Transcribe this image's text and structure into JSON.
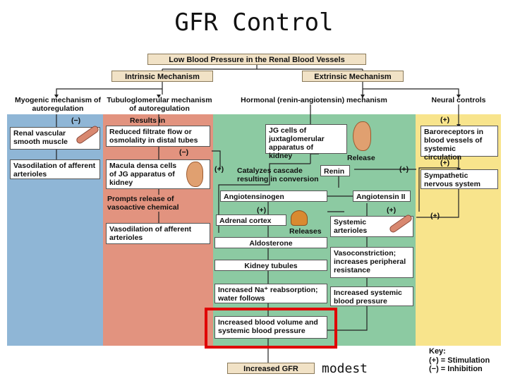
{
  "title": "GFR Control",
  "top_header": "Low Blood Pressure in the Renal Blood Vessels",
  "intrinsic_header": "Intrinsic Mechanism",
  "extrinsic_header": "Extrinsic Mechanism",
  "myogenic_label": "Myogenic mechanism of autoregulation",
  "tubuloglomerular_label": "Tubuloglomerular mechanism of autoregulation",
  "hormonal_label": "Hormonal (renin-angiotensin) mechanism",
  "neural_label": "Neural controls",
  "results_in": "Results in",
  "release_label": "Release",
  "releases_label": "Releases",
  "catalyzes_label": "Catalyzes cascade resulting in conversion",
  "signs": {
    "minus": "(−)",
    "plus": "(+)"
  },
  "boxes": {
    "renal_vascular": "Renal vascular smooth muscle",
    "vasodilation_aff1": "Vasodilation of afferent arterioles",
    "reduced_filtrate": "Reduced filtrate flow or osmolality in distal tubes",
    "macula_densa": "Macula densa cells of JG apparatus of kidney",
    "prompts_release": "Prompts release of vasoactive chemical",
    "vasodilation_aff2": "Vasodilation of afferent arterioles",
    "jg_cells": "JG cells of juxtaglomerular apparatus of kidney",
    "renin": "Renin",
    "angiotensinogen": "Angiotensinogen",
    "angiotensin_ii": "Angiotensin II",
    "adrenal_cortex": "Adrenal cortex",
    "aldosterone": "Aldosterone",
    "kidney_tubules": "Kidney tubules",
    "increased_na": "Increased Na⁺ reabsorption; water follows",
    "systemic_arterioles": "Systemic arterioles",
    "vasoconstriction": "Vasoconstriction; increases peripheral resistance",
    "increased_systemic_bp": "Increased systemic blood pressure",
    "increased_blood_volume": "Increased blood volume and systemic blood pressure",
    "increased_gfr": "Increased GFR",
    "baroreceptors": "Baroreceptors in blood vessels of systemic circulation",
    "sympathetic": "Sympathetic nervous system"
  },
  "key": {
    "title": "Key:",
    "stimulation": "(+) = Stimulation",
    "inhibition": "(−) = Inhibition"
  },
  "annotation": "modest",
  "colors": {
    "blue": "#8fb6d6",
    "red": "#e2937f",
    "green": "#8ccaa2",
    "yellow": "#f8e48c",
    "highlight": "#e00000"
  }
}
